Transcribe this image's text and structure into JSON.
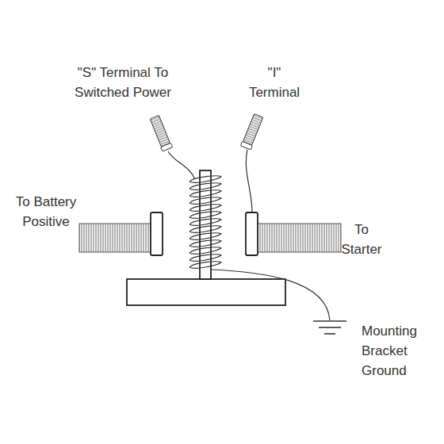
{
  "diagram": {
    "labels": [
      "\"S\" Terminal To Switched Power",
      "\"I\" Terminal",
      "To Battery Positive",
      "To Starter",
      "Mounting Bracket Ground"
    ]
  }
}
